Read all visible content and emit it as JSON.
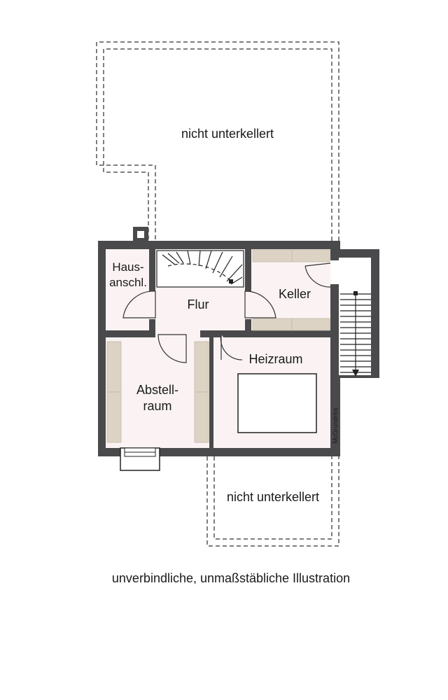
{
  "rooms": {
    "hausanschluss_line1": "Haus-",
    "hausanschluss_line2": "anschl.",
    "flur": "Flur",
    "keller": "Keller",
    "heizraum": "Heizraum",
    "abstellraum_line1": "Abstell-",
    "abstellraum_line2": "raum"
  },
  "outlines": {
    "top_unexcavated": "nicht unterkellert",
    "bottom_unexcavated": "nicht unterkellert"
  },
  "watermark": "McGrundriss",
  "disclaimer": "unverbindliche, unmaßstäbliche Illustration",
  "colors": {
    "wall": "#4a4a4c",
    "floor": "#fbf3f3",
    "cabinet": "#ddd3c4",
    "dashed": "#555555"
  }
}
